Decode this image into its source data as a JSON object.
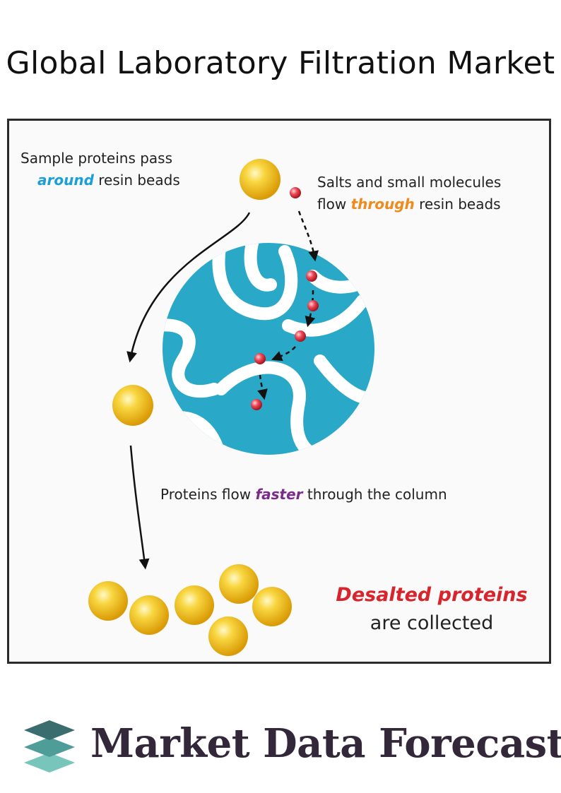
{
  "page": {
    "title": "Global Laboratory Filtration Market"
  },
  "diagram": {
    "label_top_left": {
      "line1": "Sample proteins pass",
      "emph": "around",
      "rest": " resin beads",
      "emph_color": "#1a9fd8"
    },
    "label_top_right": {
      "line1": "Salts and small molecules",
      "pre": "flow ",
      "emph": "through",
      "rest": " resin beads",
      "emph_color": "#f08a1c"
    },
    "label_middle": {
      "pre": "Proteins flow ",
      "emph": "faster",
      "rest": " through the column",
      "emph_color": "#7a2c8a"
    },
    "label_bottom": {
      "line1": "Desalted proteins",
      "line2": "are collected",
      "line1_color": "#d8242c"
    },
    "colors": {
      "resin_bead": "#2aa8c8",
      "protein": "#f2c40e",
      "salt": "#e23a4a"
    },
    "icons": [
      "protein-sphere",
      "salt-particle",
      "resin-bead",
      "arrow"
    ]
  },
  "brand": {
    "name": "Market Data Forecast",
    "logo_colors": [
      "#3a6d6e",
      "#4f9d98",
      "#78c6bb"
    ]
  }
}
